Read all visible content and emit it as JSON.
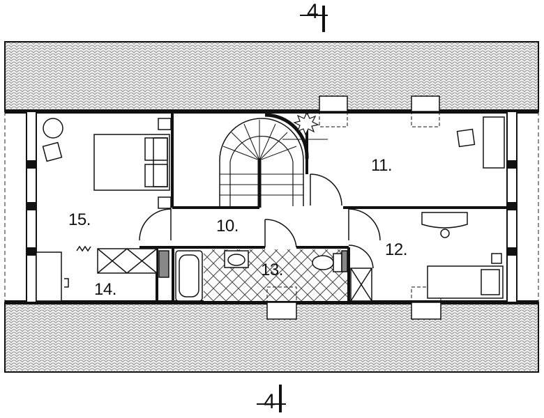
{
  "rooms": {
    "r10": "10.",
    "r11": "11.",
    "r12": "12.",
    "r13": "13.",
    "r14": "14.",
    "r15": "15."
  },
  "section_marks": {
    "top": "4",
    "bottom": "4"
  },
  "colors": {
    "wall": "#111111",
    "roof_tile": "#9a9a9a",
    "background": "#ffffff"
  }
}
